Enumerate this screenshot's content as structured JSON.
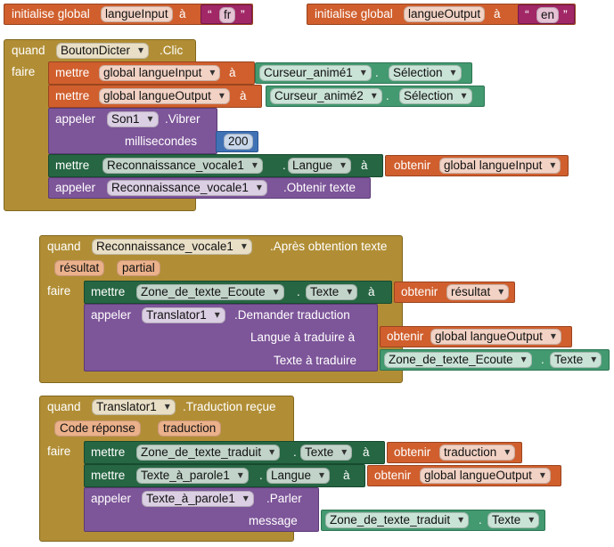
{
  "globals": {
    "keyword": "initialise global",
    "arrow": "à",
    "quote_open": "“",
    "quote_close": "”",
    "g1": {
      "name": "langueInput",
      "value": "fr"
    },
    "g2": {
      "name": "langueOutput",
      "value": "en"
    }
  },
  "kw": {
    "quand": "quand",
    "faire": "faire",
    "mettre": "mettre",
    "appeler": "appeler",
    "obtenir": "obtenir",
    "a": "à",
    "dot": "."
  },
  "event1": {
    "component": "BoutonDicter",
    "event": ".Clic",
    "rows": [
      {
        "target": "global langueInput",
        "source_component": "Curseur_animé1",
        "source_prop": "Sélection"
      },
      {
        "target": "global langueOutput",
        "source_component": "Curseur_animé2",
        "source_prop": "Sélection"
      }
    ],
    "call1": {
      "component": "Son1",
      "method": ".Vibrer",
      "param": "millisecondes",
      "value": "200"
    },
    "set3": {
      "component": "Reconnaissance_vocale1",
      "prop": "Langue",
      "get": "global langueInput"
    },
    "call2": {
      "component": "Reconnaissance_vocale1",
      "method": ".Obtenir texte"
    }
  },
  "event2": {
    "component": "Reconnaissance_vocale1",
    "event": ".Après obtention texte",
    "params": [
      "résultat",
      "partial"
    ],
    "set1": {
      "component": "Zone_de_texte_Ecoute",
      "prop": "Texte",
      "get": "résultat"
    },
    "call": {
      "component": "Translator1",
      "method": ".Demander traduction",
      "arg1_label": "Langue à traduire à",
      "arg1_get": "global langueOutput",
      "arg2_label": "Texte à traduire",
      "arg2_component": "Zone_de_texte_Ecoute",
      "arg2_prop": "Texte"
    }
  },
  "event3": {
    "component": "Translator1",
    "event": ".Traduction reçue",
    "params": [
      "Code réponse",
      "traduction"
    ],
    "set1": {
      "component": "Zone_de_texte_traduit",
      "prop": "Texte",
      "get": "traduction"
    },
    "set2": {
      "component": "Texte_à_parole1",
      "prop": "Langue",
      "get": "global langueOutput"
    },
    "call": {
      "component": "Texte_à_parole1",
      "method": ".Parler",
      "arg_label": "message",
      "arg_component": "Zone_de_texte_traduit",
      "arg_prop": "Texte"
    }
  },
  "colors": {
    "variables": "#d05f2d",
    "text": "#a12766",
    "control": "#b18e35",
    "component_set": "#266643",
    "component_get": "#439970",
    "procedure": "#7d5599",
    "math": "#3f71b5"
  }
}
